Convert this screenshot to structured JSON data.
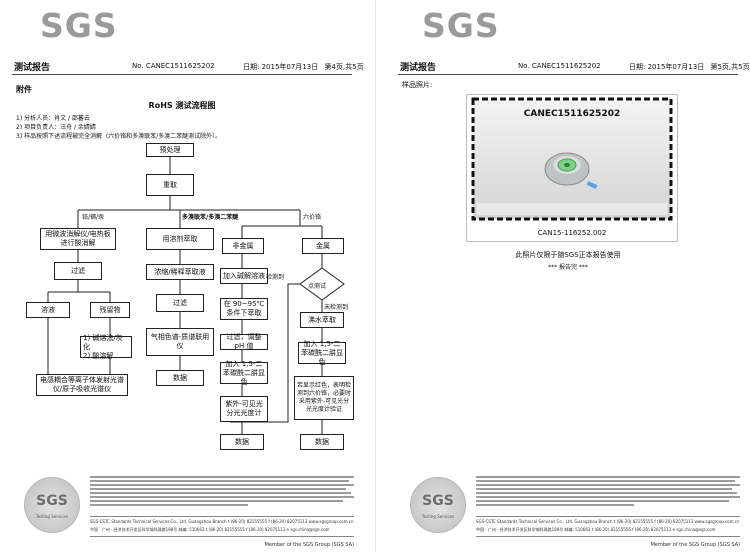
{
  "left": {
    "logo": "SGS",
    "header": {
      "title": "测试报告",
      "report_no": "No. CANEC1511625202",
      "date": "日期: 2015年07月13日",
      "page": "第4页,共5页"
    },
    "section": "附件",
    "flow_title": "RoHS 测试流程图",
    "notes": [
      "1) 分析人员：肖文 / 邵蕃云",
      "2) 项目负责人：汪舟 / 余婧婧",
      "3) 样品按照下述流程被完全消解（六价铬和多溴联苯/多溴二苯醚测试除外）。"
    ],
    "flow": {
      "pretreat": "预处理",
      "weigh": "重取",
      "branch_pb": "铅/镉/汞",
      "branch_pbb": "多溴联苯/多溴二苯醚",
      "branch_cr": "六价铬",
      "acid": "用微波消解仪/电热板进行酸消解",
      "solvent_extract": "用溶剂萃取",
      "filter1": "过滤",
      "conc": "浓缩/稀释萃取液",
      "filter2": "过滤",
      "gc": "气相色谱-质谱联用仪",
      "data2": "数据",
      "solution": "溶液",
      "residue": "残留物",
      "dissolve": "1) 碱熔法/灰化\n2) 酸溶解",
      "icp": "电感耦合等离子体发射光谱仪/原子吸收光谱仪",
      "nonmetal": "非金属",
      "metal": "金属",
      "alk_dig": "加入碱解溶液",
      "heat": "在 90~95℃ 条件下萃取",
      "ph": "过滤，调整 pH 值",
      "reagent1": "加入 1,5-二苯碳酰二肼显色",
      "uv1": "紫外-可见光分光光度计",
      "data3": "数据",
      "detect_label": "检测到",
      "spot": "点测试",
      "notdetect_label": "未检测到",
      "boil": "沸水萃取",
      "reagent2": "加入 1,5-二苯碳酰二肼显色",
      "verify": "若显示红色，表明检测到六价铬，必要时采用紫外-可见光分光光度计验证",
      "data4": "数据"
    },
    "footer": {
      "seal": "SGS",
      "seal_caption": "Testing Services",
      "addr1": "SGS-CSTC Standards Technical Services Co., Ltd. Guangzhou Branch  t (86-20) 82155555  f (86-20) 82075113  www.sgsgroup.com.cn",
      "addr2": "中国 · 广州 · 经济技术开发区科学城科珠路198号  邮编: 510663  t (86-20) 82155555  f (86-20) 82075113  e sgs.china@sgs.com",
      "member": "Member of the SGS Group (SGS SA)"
    }
  },
  "right": {
    "logo": "SGS",
    "header": {
      "title": "测试报告",
      "report_no": "No. CANEC1511625202",
      "date": "日期: 2015年07月13日",
      "page": "第5页,共5页"
    },
    "section": "样品照片:",
    "photo_label": "CANEC1511625202",
    "photo_caption": "CAN15-116252.002",
    "note": "此照片仅限于随SGS正本报告使用",
    "end": "*** 报告完 ***",
    "footer": {
      "seal": "SGS",
      "seal_caption": "Testing Services",
      "addr1": "SGS-CSTC Standards Technical Services Co., Ltd. Guangzhou Branch  t (86-20) 82155555  f (86-20) 82075113  www.sgsgroup.com.cn",
      "addr2": "中国 · 广州 · 经济技术开发区科学城科珠路198号  邮编: 510663  t (86-20) 82155555  f (86-20) 82075113  e sgs.china@sgs.com",
      "member": "Member of the SGS Group (SGS SA)"
    }
  }
}
